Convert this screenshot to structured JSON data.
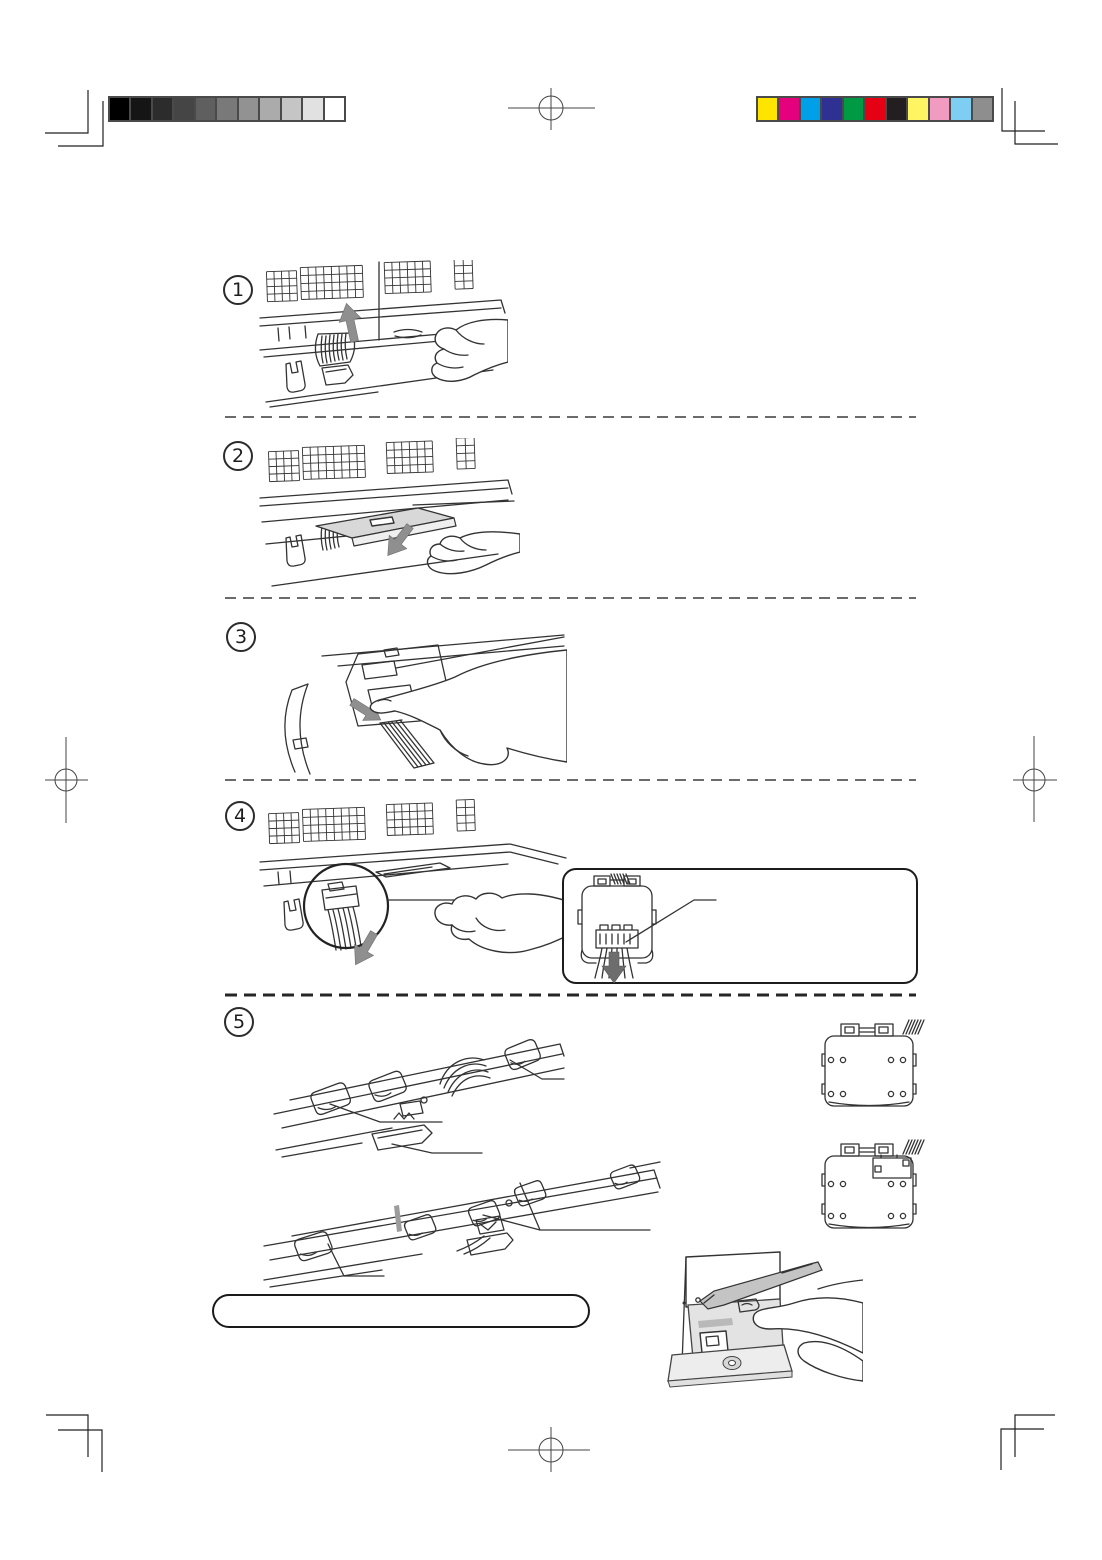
{
  "steps": [
    {
      "number": "1"
    },
    {
      "number": "2"
    },
    {
      "number": "3"
    },
    {
      "number": "4"
    },
    {
      "number": "5"
    }
  ],
  "callout": {
    "text": ""
  },
  "note_box": {
    "text": ""
  },
  "calibration": {
    "grayscale_bar": [
      "#000000",
      "#151515",
      "#2c2c2c",
      "#454545",
      "#5f5f5f",
      "#797979",
      "#929292",
      "#ababab",
      "#c5c5c5",
      "#e1e1e1",
      "#ffffff"
    ],
    "color_bar": [
      "#ffe400",
      "#e5007e",
      "#00a0e8",
      "#2e3191",
      "#009a44",
      "#e60013",
      "#231f20",
      "#fff462",
      "#f29bc0",
      "#7ecef3",
      "#8e8e8e"
    ]
  },
  "accent_colors": {
    "arrow_gray": "#8f8f8f",
    "callout_arrow_gray": "#6d6d6d",
    "line_color": "#333333"
  }
}
